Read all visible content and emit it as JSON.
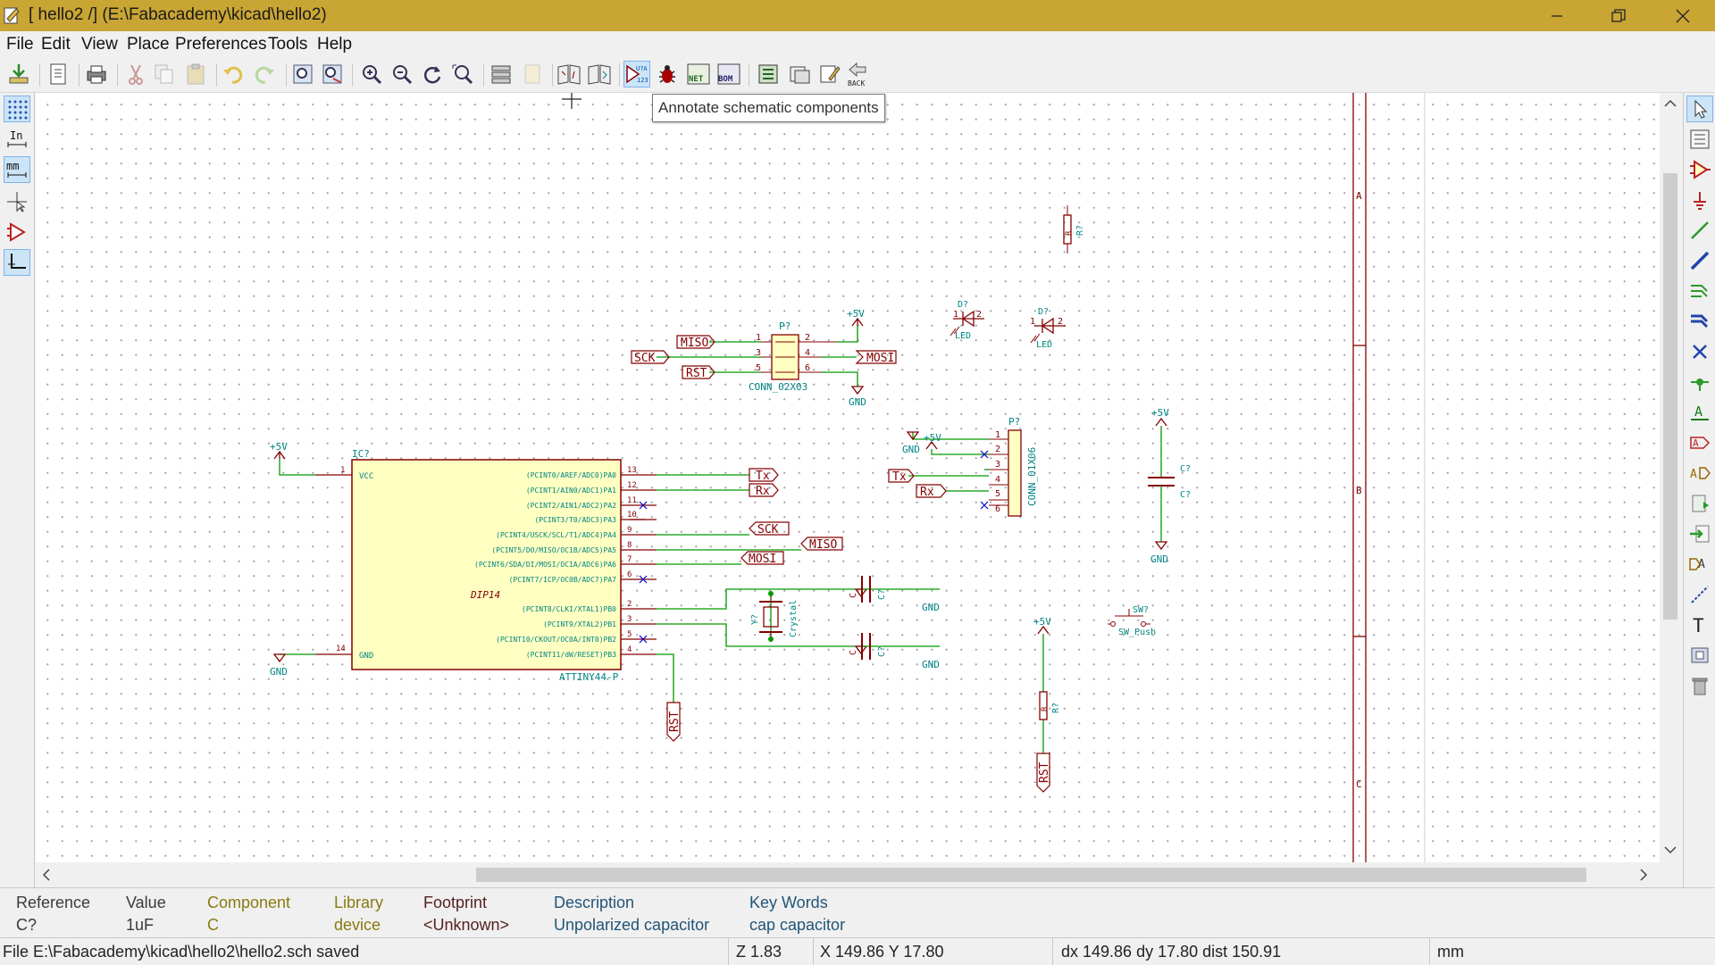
{
  "window": {
    "title": "[ hello2 /] (E:\\Fabacademy\\kicad\\hello2)",
    "controls": [
      "minimize",
      "restore",
      "close"
    ]
  },
  "menu": [
    "File",
    "Edit",
    "View",
    "Place",
    "Preferences",
    "Tools",
    "Help"
  ],
  "toolbar": {
    "tooltip": "Annotate schematic components",
    "back_label": "BACK",
    "net_label": "NET",
    "bom_label": "BOM",
    "annotate_label": "U?A 123"
  },
  "left_toolbar": {
    "inch_label": "In",
    "mm_label": "mm"
  },
  "schematic": {
    "sheet_zones": [
      "A",
      "B",
      "C"
    ],
    "ic": {
      "ref": "IC?",
      "value": "ATTINY44-P",
      "package": "DIP14",
      "vcc": "VCC",
      "gnd": "GND",
      "pin1": "1",
      "pin14": "14",
      "pins": [
        {
          "num": "13",
          "name": "(PCINT0/AREF/ADC0)PA0"
        },
        {
          "num": "12",
          "name": "(PCINT1/AIN0/ADC1)PA1"
        },
        {
          "num": "11",
          "name": "(PCINT2/AIN1/ADC2)PA2"
        },
        {
          "num": "10",
          "name": "(PCINT3/T0/ADC3)PA3"
        },
        {
          "num": "9",
          "name": "(PCINT4/USCK/SCL/T1/ADC4)PA4"
        },
        {
          "num": "8",
          "name": "(PCINT5/DO/MISO/OC1B/ADC5)PA5"
        },
        {
          "num": "7",
          "name": "(PCINT6/SDA/DI/MOSI/OC1A/ADC6)PA6"
        },
        {
          "num": "6",
          "name": "(PCINT7/ICP/OC0B/ADC7)PA7"
        },
        {
          "num": "2",
          "name": "(PCINT8/CLKI/XTAL1)PB0"
        },
        {
          "num": "3",
          "name": "(PCINT9/XTAL2)PB1"
        },
        {
          "num": "5",
          "name": "(PCINT10/CKOUT/OC0A/INT0)PB2"
        },
        {
          "num": "4",
          "name": "(PCINT11/dW/RESET)PB3"
        }
      ]
    },
    "labels": {
      "miso": "MISO",
      "mosi": "MOSI",
      "sck": "SCK",
      "rst": "RST",
      "tx": "Tx",
      "rx": "Rx"
    },
    "power": {
      "vcc": "+5V",
      "gnd": "GND"
    },
    "isp": {
      "ref": "P?",
      "value": "CONN_02X03",
      "pins": [
        "1",
        "2",
        "3",
        "4",
        "5",
        "6"
      ]
    },
    "ftdi": {
      "ref": "P?",
      "value": "CONN_01X06",
      "pins": [
        "1",
        "2",
        "3",
        "4",
        "5",
        "6"
      ]
    },
    "led": {
      "ref": "D?",
      "value": "LED",
      "pin1": "1",
      "pin2": "2"
    },
    "resistor": {
      "ref": "R?",
      "value": "R"
    },
    "capacitor": {
      "ref": "C?",
      "value": "C"
    },
    "crystal": {
      "ref": "Y?",
      "value": "Crystal"
    },
    "switch": {
      "ref": "SW?",
      "value": "SW_Push"
    }
  },
  "info_panel": [
    {
      "header": "Reference",
      "value": "C?"
    },
    {
      "header": "Value",
      "value": "1uF"
    },
    {
      "header": "Component",
      "value": "C"
    },
    {
      "header": "Library",
      "value": "device"
    },
    {
      "header": "Footprint",
      "value": "<Unknown>"
    },
    {
      "header": "Description",
      "value": "Unpolarized capacitor"
    },
    {
      "header": "Key Words",
      "value": "cap capacitor"
    }
  ],
  "status": {
    "message": "File E:\\Fabacademy\\kicad\\hello2\\hello2.sch saved",
    "zoom": "Z 1.83",
    "coords": "X 149.86  Y 17.80",
    "delta": "dx 149.86  dy 17.80  dist 150.91",
    "units": "mm"
  },
  "colors": {
    "titlebar": "#c9a534",
    "wire": "#009900",
    "component": "#840000",
    "body_fill": "#ffffc2",
    "pin_text": "#008484",
    "power": "#840000"
  }
}
